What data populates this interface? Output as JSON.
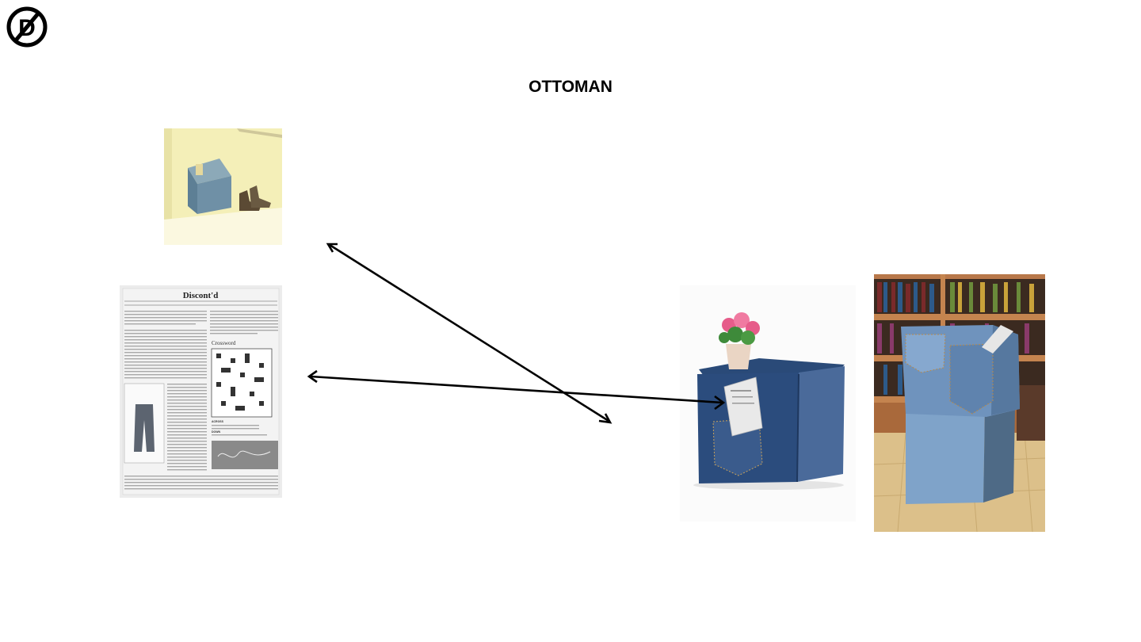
{
  "slide": {
    "title": "OTTOMAN",
    "logo_icon": "no-derivatives-icon"
  },
  "newspaper": {
    "masthead": "Discont'd",
    "crossword_heading": "Crossword",
    "across_label": "ACROSS",
    "down_label": "DOWN"
  },
  "images": [
    {
      "name": "sketch-image",
      "description_icon": "ottoman-sketch-icon"
    },
    {
      "name": "newspaper-image",
      "description_icon": "newspaper-icon"
    },
    {
      "name": "denim-cube-image",
      "description_icon": "denim-ottoman-icon"
    },
    {
      "name": "stacked-cubes-image",
      "description_icon": "stacked-ottomans-icon"
    }
  ],
  "colors": {
    "denim_dark": "#27456f",
    "denim_light": "#7d9cc0",
    "sketch_bg": "#f3eeb6",
    "arrow": "#000000"
  }
}
